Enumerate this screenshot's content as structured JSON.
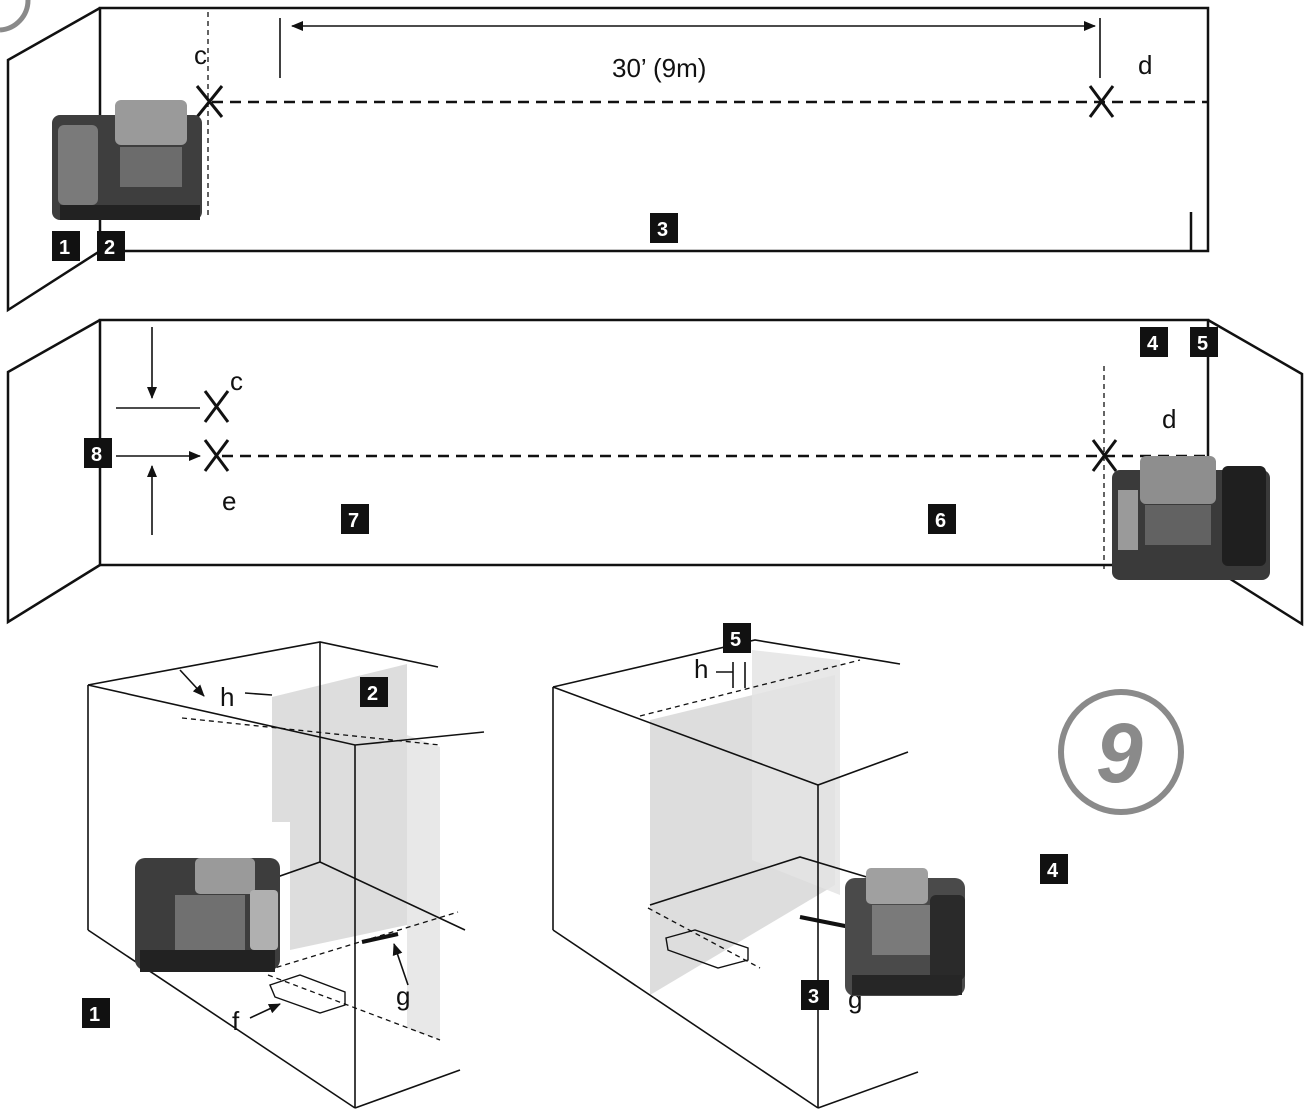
{
  "figure": {
    "number": "9",
    "distance_label": "30’ (9m)"
  },
  "panel_top": {
    "labels": {
      "c": "c",
      "d": "d"
    },
    "tags": [
      "1",
      "2",
      "3"
    ]
  },
  "panel_middle": {
    "labels": {
      "c": "c",
      "d": "d",
      "e": "e"
    },
    "tags": [
      "4",
      "5",
      "6",
      "7",
      "8"
    ]
  },
  "panel_bottom_left": {
    "labels": {
      "h": "h",
      "g": "g",
      "f": "f"
    },
    "tags": [
      "1",
      "2"
    ]
  },
  "panel_bottom_right": {
    "labels": {
      "h": "h",
      "g": "g"
    },
    "tags": [
      "3",
      "4",
      "5"
    ]
  }
}
